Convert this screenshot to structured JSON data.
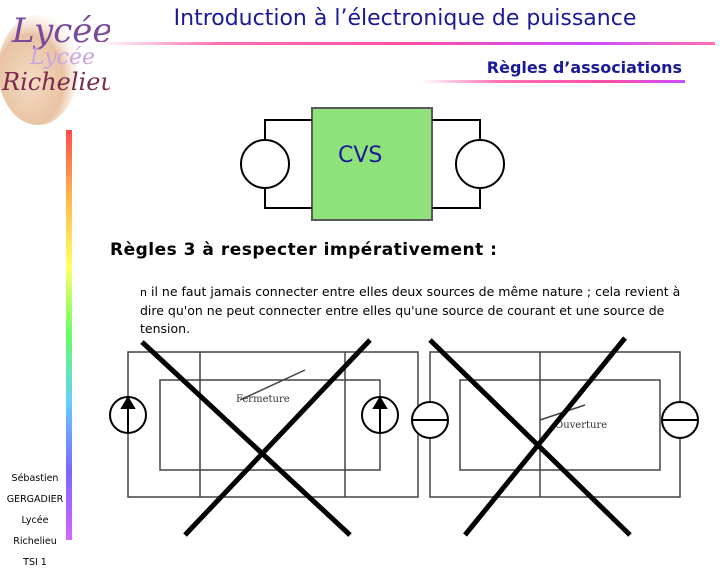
{
  "header": {
    "title": "Introduction à l’électronique de puissance",
    "subtitle": "Règles d’associations"
  },
  "logo": {
    "line1": "Lycée",
    "line2": "Lycée",
    "line3": "Richelieu"
  },
  "diagram": {
    "box_label": "CVS"
  },
  "rules": {
    "heading": "Règles 3 à respecter impérativement :",
    "bullet": "n",
    "text": "il ne faut jamais connecter entre elles deux sources de même nature ; cela revient à dire qu'on ne peut connecter entre elles qu'une source de courant et une source de tension."
  },
  "circuit": {
    "left_label": "Fermeture",
    "right_label": "Ouverture"
  },
  "author": {
    "first_name": "Sébastien",
    "last_name": "GERGADIER",
    "school": "Lycée Richelieu",
    "class": "TSI 1"
  },
  "colors": {
    "text_blue": "#1a1a99",
    "cvs_green": "#8fe27a",
    "cross_black": "#000000"
  }
}
